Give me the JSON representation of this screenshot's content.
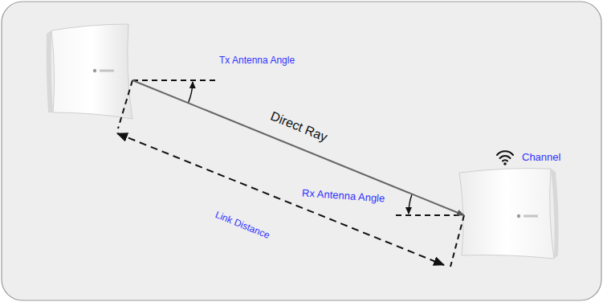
{
  "diagram": {
    "labels": [
      "Tx Antenna Angle",
      "Direct Ray",
      "Channel",
      "Rx Antenna Angle",
      "Link Distance"
    ]
  }
}
